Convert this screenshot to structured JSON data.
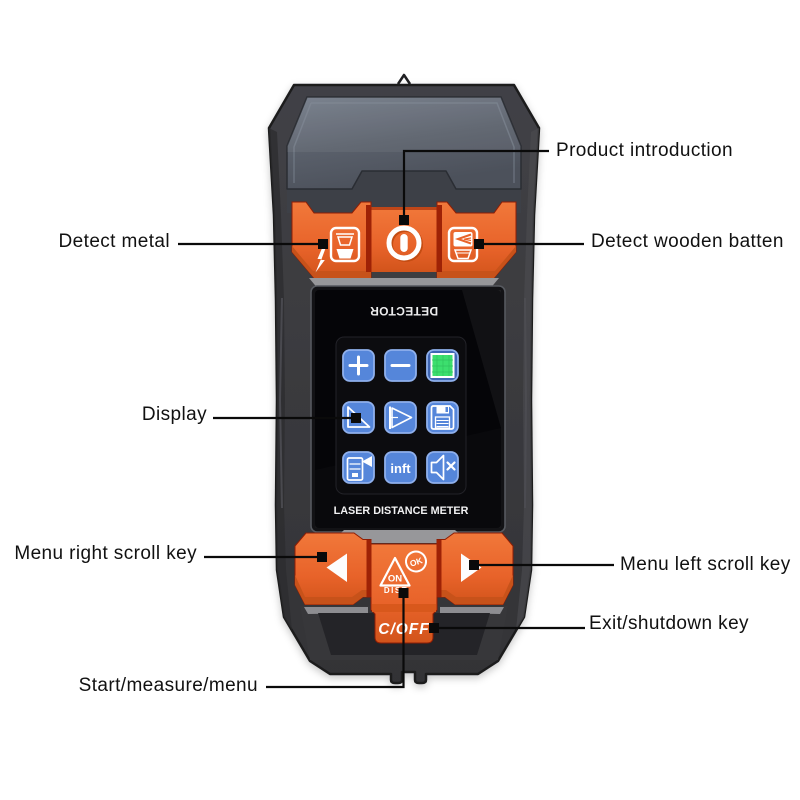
{
  "background": "#ffffff",
  "colors": {
    "body": "#3b3b3e",
    "body_edge": "#1c1c1f",
    "panel_top": "#6d7480",
    "panel_bottom": "#474c55",
    "panel_chin": "#3d4047",
    "orange": "#e8632a",
    "orange_light": "#f1783a",
    "orange_shadow": "#c24c12",
    "divider_red": "#9e2206",
    "deck_gray": "#97979a",
    "screen_black": "#050508",
    "icon_blue": "#5586da",
    "icon_blue_border": "#8fb0ec",
    "icon_green": "#3cdf6e",
    "callout_black": "#0a0a0a",
    "label_text": "#111111"
  },
  "device": {
    "top_mark": "up-arrow-notch",
    "screen": {
      "brand_text": "DETECTOR",
      "footer_text": "LASER DISTANCE METER",
      "icons": [
        {
          "name": "add"
        },
        {
          "name": "subtract"
        },
        {
          "name": "area"
        },
        {
          "name": "slope-measure"
        },
        {
          "name": "pythagoras"
        },
        {
          "name": "save"
        },
        {
          "name": "reference-edge"
        },
        {
          "name": "unit-switch",
          "text": "inft"
        },
        {
          "name": "mute"
        }
      ]
    },
    "buttons": {
      "ok_text": "OK",
      "on_text": "ON",
      "dist_text": "DIST",
      "coff_text": "C/OFF"
    }
  },
  "callouts": {
    "product_introduction": {
      "label": "Product introduction"
    },
    "detect_metal": {
      "label": "Detect metal"
    },
    "detect_wooden_batten": {
      "label": "Detect wooden batten"
    },
    "display": {
      "label": "Display"
    },
    "menu_right_scroll": {
      "label": "Menu right scroll key"
    },
    "menu_left_scroll": {
      "label": "Menu left scroll key"
    },
    "exit_shutdown": {
      "label": "Exit/shutdown key"
    },
    "start_measure_menu": {
      "label": "Start/measure/menu"
    }
  }
}
